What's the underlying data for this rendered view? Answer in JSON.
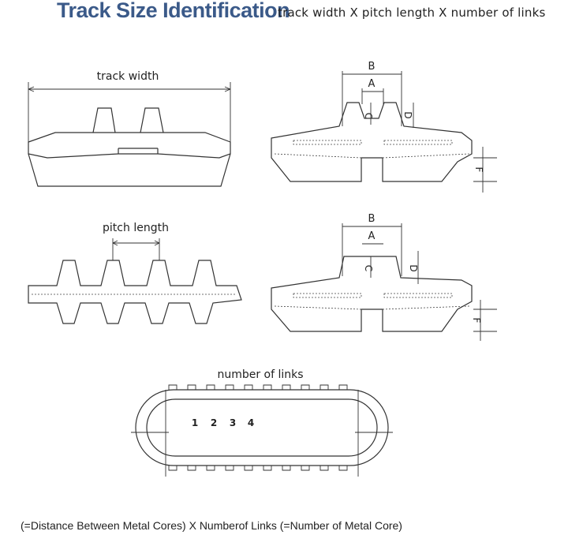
{
  "header": {
    "title": "Track Size Identification",
    "formula": "track width X pitch length X number of links"
  },
  "diagrams": {
    "track_width_label": "track width",
    "pitch_length_label": "pitch length",
    "number_of_links_label": "number of links",
    "dimension_letters": [
      "A",
      "B",
      "C",
      "D",
      "F"
    ],
    "link_numbers": [
      "1",
      "2",
      "3",
      "4"
    ]
  },
  "caption": "(=Distance Between Metal Cores) X Numberof Links (=Number of Metal Core)",
  "colors": {
    "title": "#3b5a89",
    "line": "#333333"
  }
}
